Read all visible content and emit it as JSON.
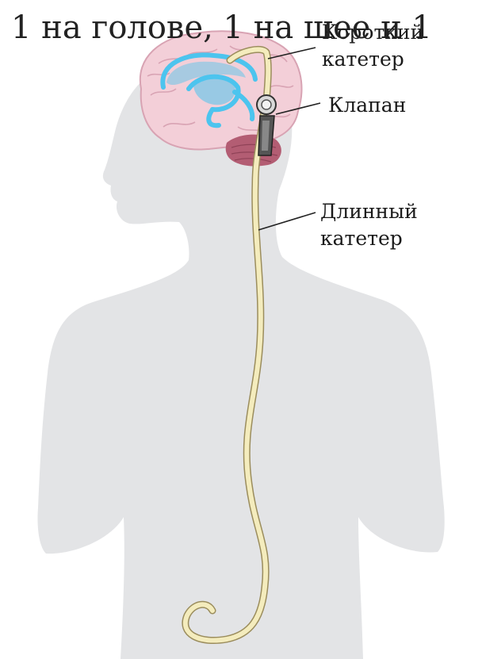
{
  "overlay_caption": "1 на голове, 1 на шее и 1",
  "labels": {
    "short_catheter_line1": "Короткий",
    "short_catheter_line2": "катетер",
    "valve": "Клапан",
    "long_catheter_line1": "Длинный",
    "long_catheter_line2": "катетер"
  },
  "colors": {
    "silhouette": "#e3e4e6",
    "brain": "#f3cfd8",
    "brain_outline": "#d8a3b3",
    "ventricles": "#4cc4ee",
    "cerebellum": "#b35d73",
    "catheter": "#f4ecbd",
    "catheter_outline": "#9b8d5d",
    "leader": "#222222"
  }
}
